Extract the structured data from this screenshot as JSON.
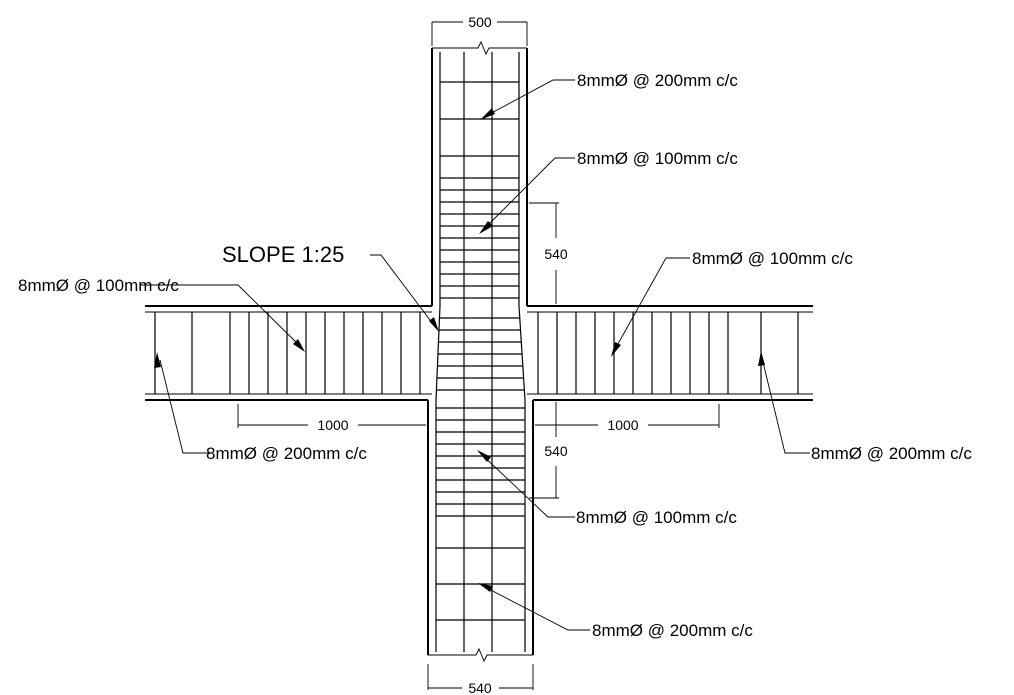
{
  "dimensions": {
    "col_top_width": "500",
    "col_bottom_width": "540",
    "upper_haunch": "540",
    "lower_haunch": "540",
    "left_length": "1000",
    "right_length": "1000"
  },
  "labels": {
    "slope": "SLOPE 1:25",
    "col_top_ties": "8mmØ @ 200mm c/c",
    "col_upper_ties": "8mmØ @ 100mm c/c",
    "beam_right_dense": "8mmØ @ 100mm c/c",
    "beam_left_dense": "8mmØ @ 100mm c/c",
    "beam_left_normal": "8mmØ @ 200mm c/c",
    "beam_right_normal": "8mmØ @ 200mm c/c",
    "col_lower_ties": "8mmØ @ 100mm c/c",
    "col_bottom_ties": "8mmØ @ 200mm c/c"
  }
}
